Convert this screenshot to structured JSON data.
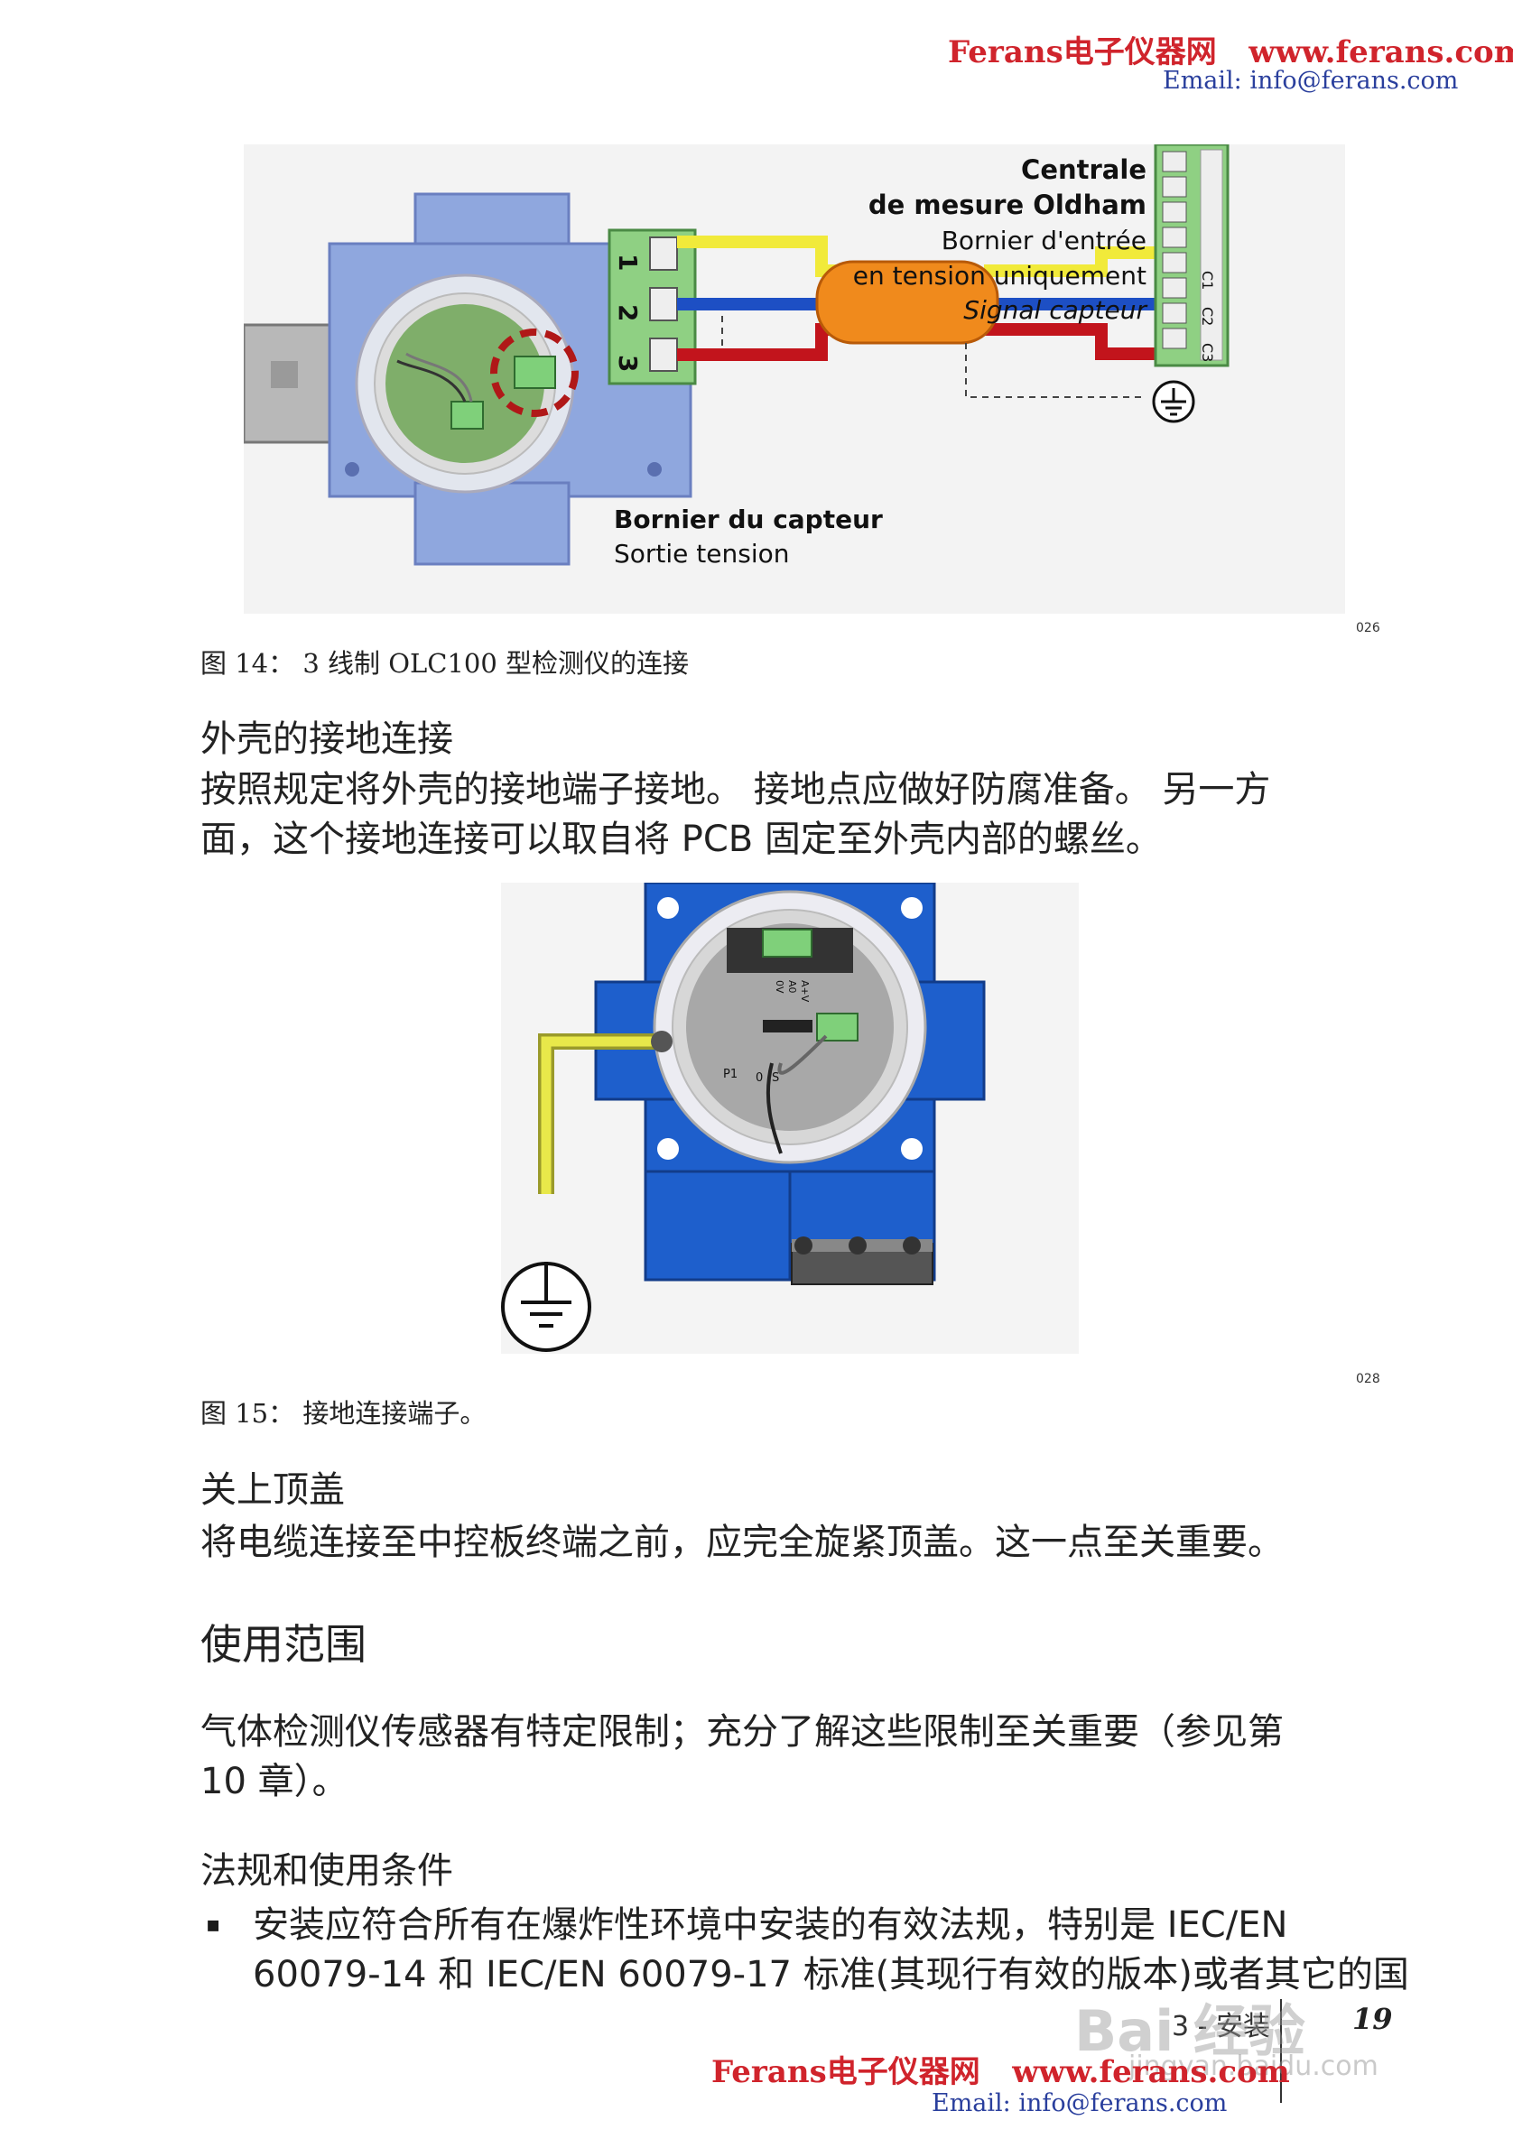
{
  "header": {
    "brand": "Ferans电子仪器网",
    "url": "www.ferans.com",
    "email": "Email: info@ferans.com"
  },
  "figure14": {
    "code": "026",
    "caption": "图 14： 3 线制 OLC100 型检测仪的连接",
    "controller_lines": [
      "Centrale",
      "de mesure Oldham",
      "Bornier d'entrée",
      "en tension uniquement",
      "Signal capteur"
    ],
    "terminal_numbers": [
      "1",
      "2",
      "3"
    ],
    "controller_terminals": [
      "C1",
      "C2",
      "C3"
    ],
    "sensor_block_title": "Bornier du capteur",
    "sensor_block_sub": "Sortie tension"
  },
  "section_grounding": {
    "title": "外壳的接地连接",
    "lines": [
      "按照规定将外壳的接地端子接地。 接地点应做好防腐准备。 另一方",
      "面，这个接地连接可以取自将 PCB 固定至外壳内部的螺丝。"
    ]
  },
  "figure15": {
    "code": "028",
    "caption": "图 15： 接地连接端子。",
    "pcb_labels": [
      "P1",
      "0",
      "S",
      "A+V",
      "A0",
      "0V"
    ]
  },
  "section_cover": {
    "title": "关上顶盖",
    "text": "将电缆连接至中控板终端之前，应完全旋紧顶盖。这一点至关重要。"
  },
  "section_usage": {
    "title": "使用范围",
    "lines": [
      "气体检测仪传感器有特定限制；充分了解这些限制至关重要（参见第",
      "10 章）。"
    ]
  },
  "section_regulations": {
    "title": "法规和使用条件",
    "bullet_mark": "▪",
    "bullet_lines": [
      "安装应符合所有在爆炸性环境中安装的有效法规，特别是 IEC/EN",
      "60079-14 和 IEC/EN 60079-17 标准(其现行有效的版本)或者其它的国"
    ]
  },
  "footer": {
    "section": "3 - 安装",
    "page": "19",
    "watermark": "Bai 经验",
    "watermark_url": "jingyan.baidu.com"
  },
  "colors": {
    "header_red": "#d0242c",
    "header_blue": "#2a3f9d",
    "wire_yellow": "#f1ea3a",
    "wire_blue": "#1d4fc4",
    "wire_red": "#c2141c",
    "cable_orange": "#f08a1c",
    "terminal_green": "#7bc96f"
  }
}
